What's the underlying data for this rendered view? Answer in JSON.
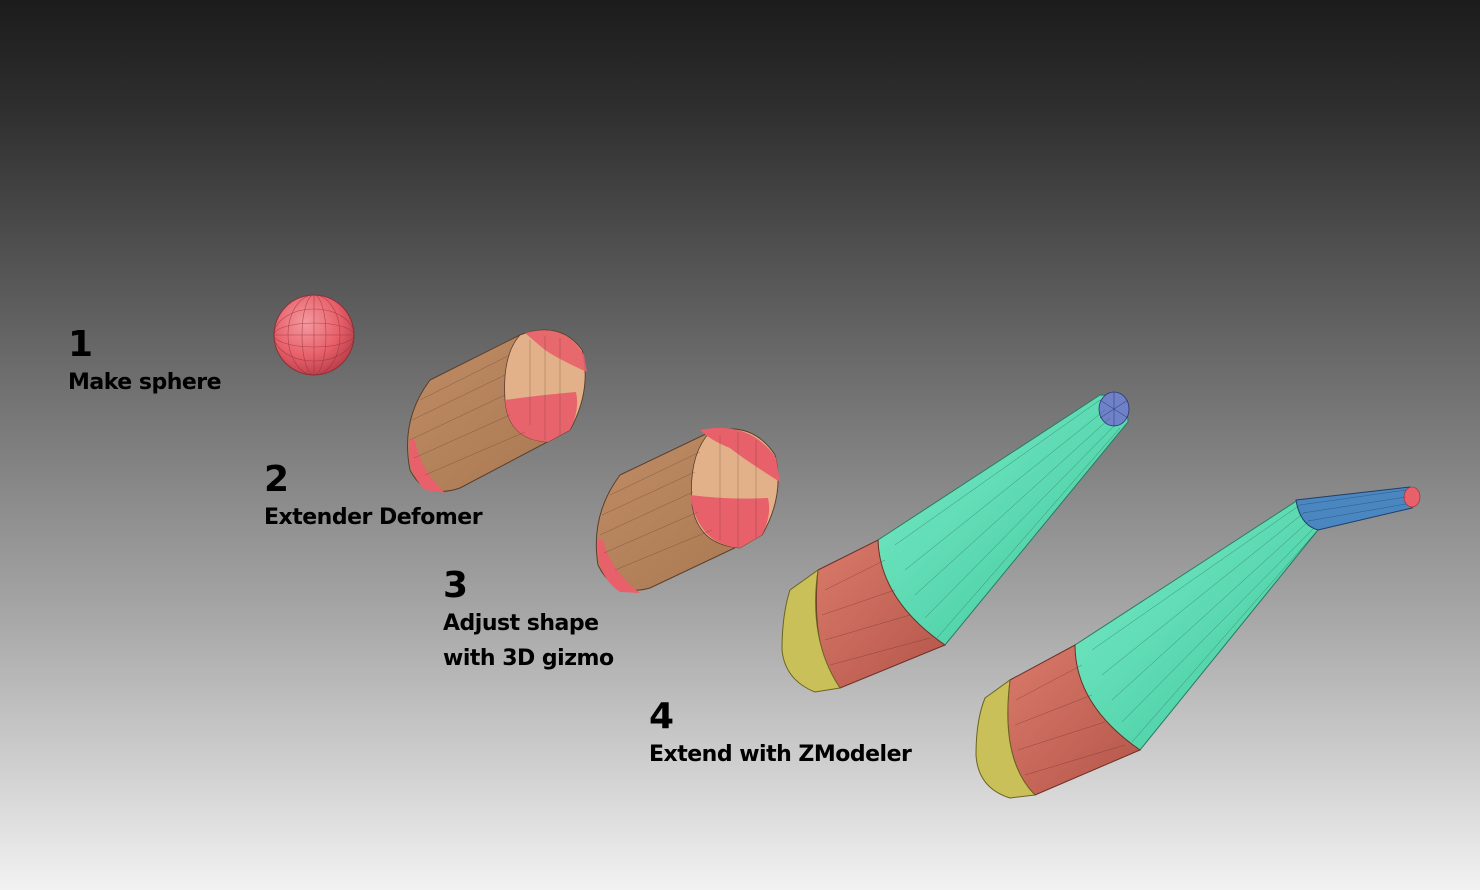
{
  "steps": [
    {
      "number": "1",
      "label": "Make sphere"
    },
    {
      "number": "2",
      "label": "Extender Defomer"
    },
    {
      "number": "3",
      "label_line1": "Adjust shape",
      "label_line2": "with 3D gizmo"
    },
    {
      "number": "4",
      "label": "Extend with ZModeler"
    }
  ],
  "colors": {
    "sphere_red": "#e8606a",
    "tan_body": "#c9956c",
    "tan_light": "#e2b189",
    "teal": "#5fe0b8",
    "brick": "#cd6a5a",
    "olive_yellow": "#c9c05a",
    "cap_blue": "#6f82c8",
    "tip_blue": "#4a86c0",
    "wire": "#3a2a24"
  }
}
